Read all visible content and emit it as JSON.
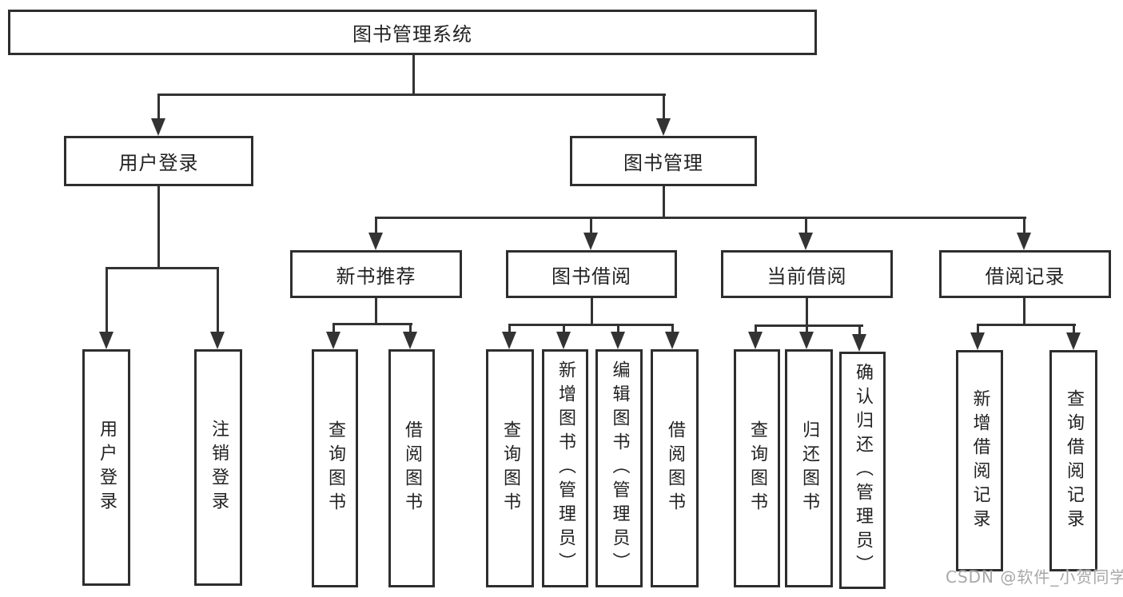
{
  "diagram_title": "图书管理系统",
  "tree": {
    "root": {
      "label": "图书管理系统"
    },
    "branches": [
      {
        "label": "用户登录",
        "children": [
          {
            "label": "用户登录"
          },
          {
            "label": "注销登录"
          }
        ]
      },
      {
        "label": "图书管理",
        "children": [
          {
            "label": "新书推荐",
            "children": [
              {
                "label": "查询图书"
              },
              {
                "label": "借阅图书"
              }
            ]
          },
          {
            "label": "图书借阅",
            "children": [
              {
                "label": "查询图书"
              },
              {
                "label": "新增图书（管理员）"
              },
              {
                "label": "编辑图书（管理员）"
              },
              {
                "label": "借阅图书"
              }
            ]
          },
          {
            "label": "当前借阅",
            "children": [
              {
                "label": "查询图书"
              },
              {
                "label": "归还图书"
              },
              {
                "label": "确认归还（管理员）"
              }
            ]
          },
          {
            "label": "借阅记录",
            "children": [
              {
                "label": "新增借阅记录"
              },
              {
                "label": "查询借阅记录"
              }
            ]
          }
        ]
      }
    ]
  },
  "watermark": {
    "text": "CSDN @软件_小贺同学"
  },
  "colors": {
    "background": "#ffffff",
    "box_border": "#2e2e2e",
    "line": "#333333",
    "text": "#222222",
    "watermark": "#a8a8a8"
  }
}
